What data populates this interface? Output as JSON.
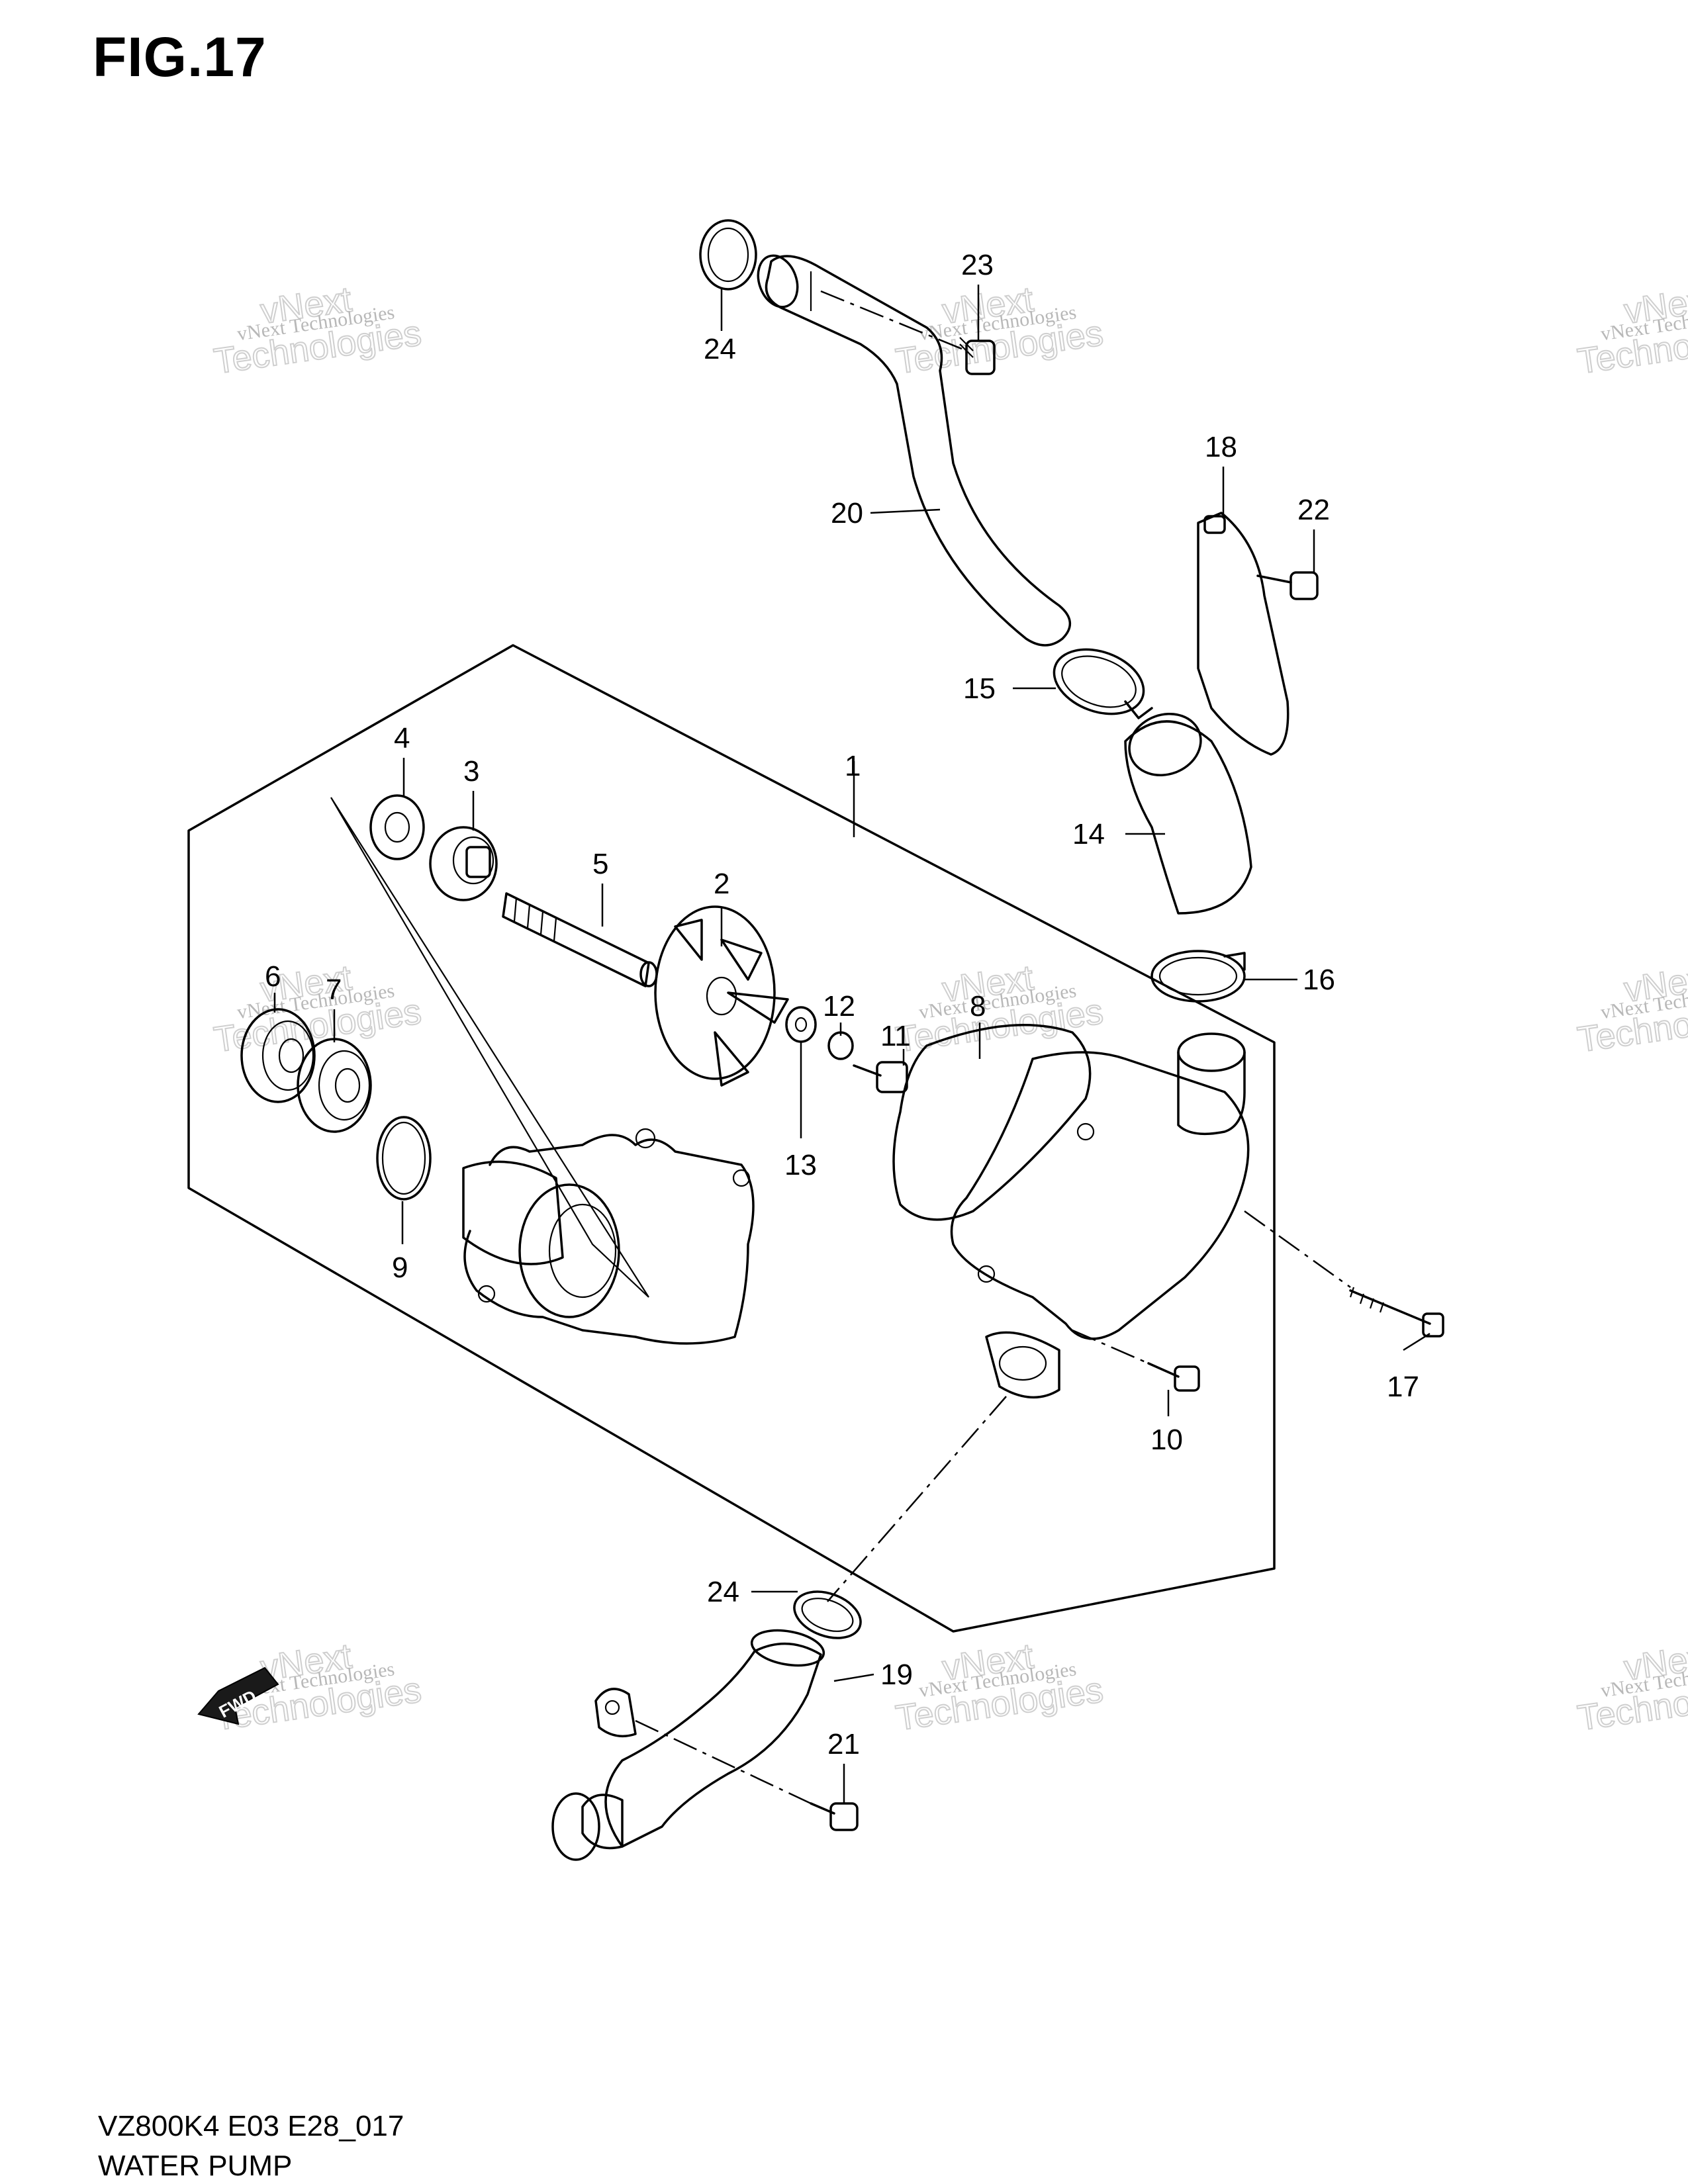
{
  "figure": {
    "title": "FIG.17",
    "code": "VZ800K4 E03 E28_017",
    "caption": "WATER PUMP"
  },
  "callouts": [
    {
      "id": "c1",
      "number": "1"
    },
    {
      "id": "c2",
      "number": "2"
    },
    {
      "id": "c3",
      "number": "3"
    },
    {
      "id": "c4",
      "number": "4"
    },
    {
      "id": "c5",
      "number": "5"
    },
    {
      "id": "c6",
      "number": "6"
    },
    {
      "id": "c7",
      "number": "7"
    },
    {
      "id": "c8",
      "number": "8"
    },
    {
      "id": "c9",
      "number": "9"
    },
    {
      "id": "c10",
      "number": "10"
    },
    {
      "id": "c11",
      "number": "11"
    },
    {
      "id": "c12",
      "number": "12"
    },
    {
      "id": "c13",
      "number": "13"
    },
    {
      "id": "c14",
      "number": "14"
    },
    {
      "id": "c15",
      "number": "15"
    },
    {
      "id": "c16",
      "number": "16"
    },
    {
      "id": "c17",
      "number": "17"
    },
    {
      "id": "c18",
      "number": "18"
    },
    {
      "id": "c19",
      "number": "19"
    },
    {
      "id": "c20",
      "number": "20"
    },
    {
      "id": "c21",
      "number": "21"
    },
    {
      "id": "c22",
      "number": "22"
    },
    {
      "id": "c23",
      "number": "23"
    },
    {
      "id": "c24a",
      "number": "24"
    },
    {
      "id": "c24b",
      "number": "24"
    }
  ],
  "watermark": {
    "line1": "vNext Technologies",
    "line2": "vNext",
    "line3": "Technologies"
  },
  "fwd_label": "FWD"
}
